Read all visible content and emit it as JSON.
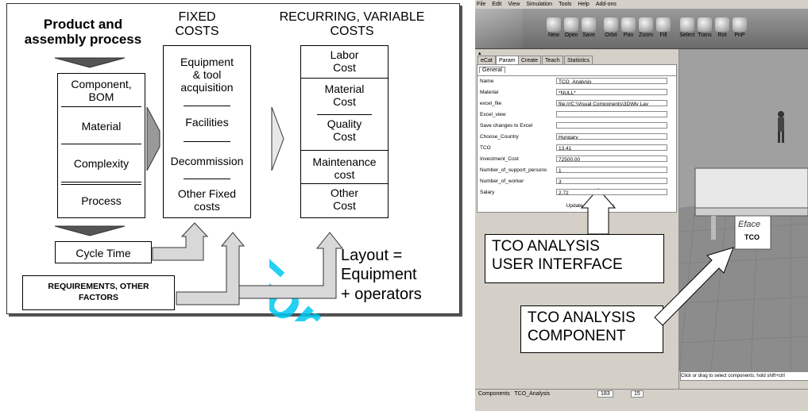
{
  "diagram": {
    "product_heading": "Product and\nassembly process",
    "fixed_heading": "FIXED\nCOSTS",
    "recurring_heading": "RECURRING, VARIABLE\nCOSTS",
    "product_items": [
      "Component,\nBOM",
      "Material",
      "Complexity",
      "Process"
    ],
    "fixed_items": [
      "Equipment\n& tool\nacquisition",
      "Facilities",
      "Decommission",
      "Other Fixed\ncosts"
    ],
    "recurring_items": [
      "Labor\nCost",
      "Material\nCost",
      "Quality\nCost",
      "Maintenance\ncost",
      "Other\nCost"
    ],
    "cycle_time": "Cycle Time",
    "requirements": "REQUIREMENTS, OTHER\nFACTORS",
    "layout_note": "Layout =\nEquipment\n+ operators",
    "watermark": "For Pe",
    "colors": {
      "watermark": "#00c8f0",
      "arrow_fill": "#d8d8d8"
    }
  },
  "app": {
    "menu": [
      "File",
      "Edit",
      "View",
      "Simulation",
      "Tools",
      "Help",
      "Add-ons"
    ],
    "toolbar": [
      "New",
      "Open",
      "Save",
      "Orbit",
      "Pan",
      "Zoom",
      "Fill",
      "Select",
      "Trans",
      "Rot",
      "PnP"
    ],
    "tabs": [
      "eCat",
      "Param",
      "Create",
      "Teach",
      "Statistics"
    ],
    "active_tab": "Param",
    "subtab": "General",
    "params": [
      {
        "name": "Name",
        "value": "TCO_Analysis"
      },
      {
        "name": "Material",
        "value": "*NULL*"
      },
      {
        "name": "excel_file",
        "value": "file:///C:\\Visual Components\\3D\\My Lay"
      },
      {
        "name": "Excel_view",
        "value": ""
      },
      {
        "name": "Save changes to Excel",
        "value": ""
      },
      {
        "name": "Choose_Country",
        "value": "Hungary"
      },
      {
        "name": "TCO",
        "value": "13.41"
      },
      {
        "name": "Investment_Cost",
        "value": "72500.00"
      },
      {
        "name": "Number_of_support_persons",
        "value": "1"
      },
      {
        "name": "Number_of_worker",
        "value": "3"
      },
      {
        "name": "Salary",
        "value": "2.72"
      }
    ],
    "update_button": "Update_TCO_values",
    "callout_ui": "TCO ANALYSIS\nUSER INTERFACE",
    "callout_component": "TCO ANALYSIS\nCOMPONENT",
    "status_hint": "Click or drag to select components; hold shift+ctrl",
    "status_bar": "Components   TCO_Analysis",
    "status_values": [
      "183",
      "15"
    ],
    "component_logo": "Eface",
    "component_label": "TCO",
    "colors": {
      "viewport": "#a0a0a0",
      "floor": "#8c8c8c",
      "toolbar_bg": "#7a7a7a"
    }
  }
}
